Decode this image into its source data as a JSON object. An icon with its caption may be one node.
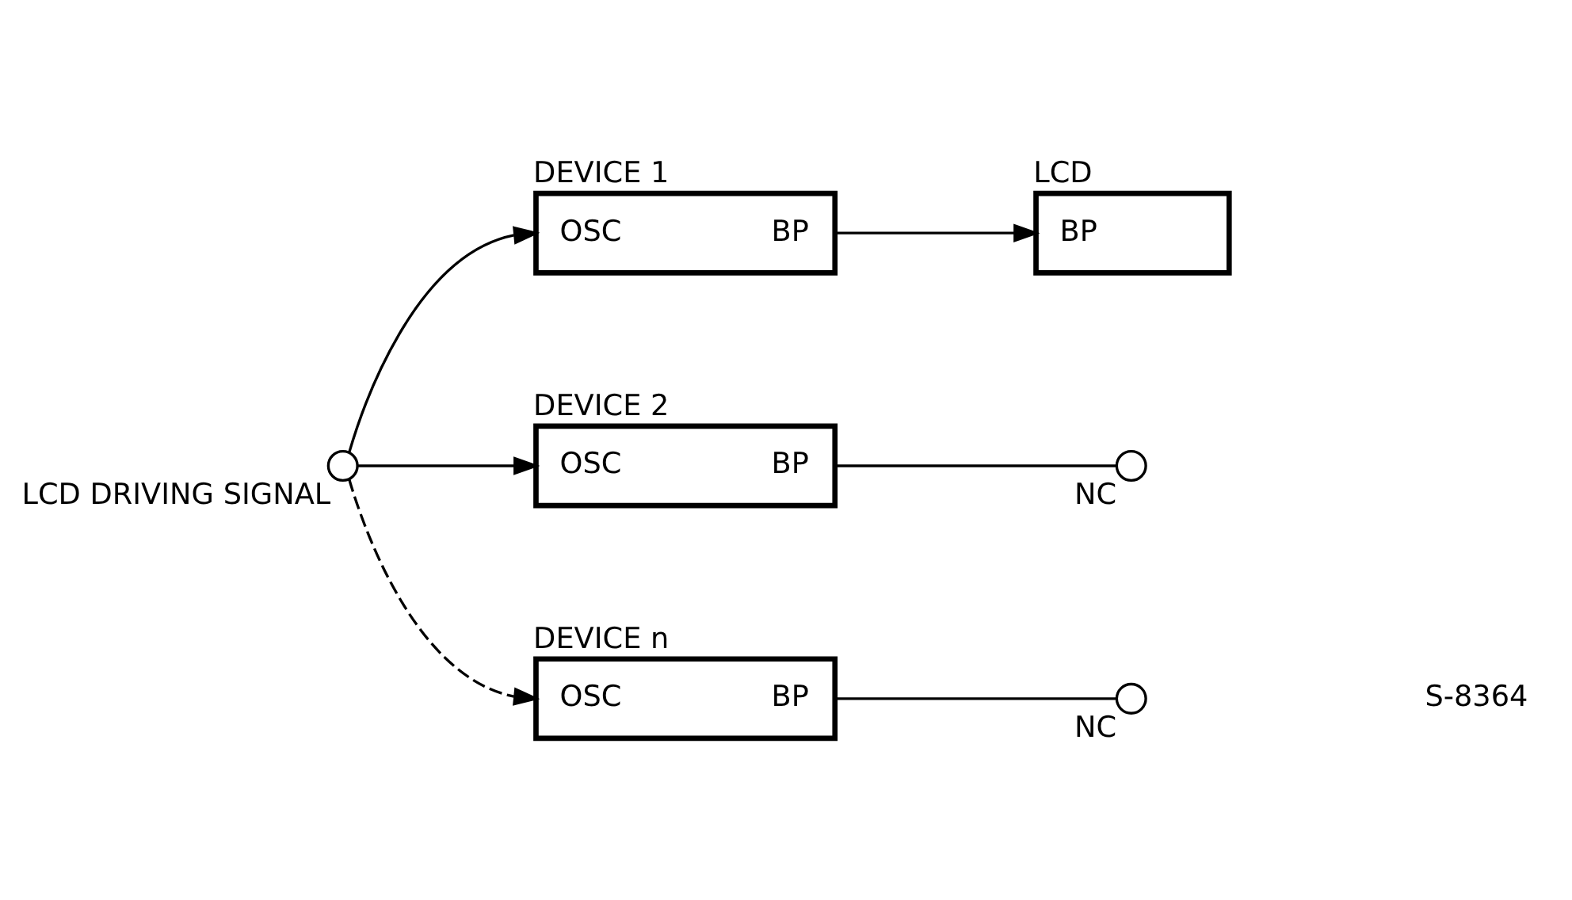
{
  "diagram": {
    "nodes": [
      {
        "text": [],
        "shape": "circle",
        "beside": [
          "LCD DRIVING SIGNAL"
        ]
      },
      {
        "text": [
          "DEVICE 1",
          "OSC",
          "BP"
        ]
      },
      {
        "text": [
          "LCD",
          "BP"
        ]
      },
      {
        "text": [
          "DEVICE 2",
          "OSC",
          "BP"
        ]
      },
      {
        "text": [],
        "shape": "circle",
        "beside": [
          "NC"
        ]
      },
      {
        "text": [
          "DEVICE n",
          "OSC",
          "BP"
        ]
      },
      {
        "text": [],
        "shape": "circle",
        "beside": [
          "NC"
        ]
      }
    ],
    "edges": [
      {
        "from": 0,
        "to": 1,
        "arrow": "to"
      },
      {
        "from": 1,
        "to": 2,
        "arrow": "to"
      },
      {
        "from": 0,
        "to": 3,
        "arrow": "to"
      },
      {
        "from": 3,
        "to": 4,
        "arrow": "none"
      },
      {
        "from": 0,
        "to": 5,
        "arrow": "to",
        "style": "dashed"
      },
      {
        "from": 5,
        "to": 6,
        "arrow": "none"
      }
    ],
    "labels": [
      "S-8364"
    ]
  }
}
